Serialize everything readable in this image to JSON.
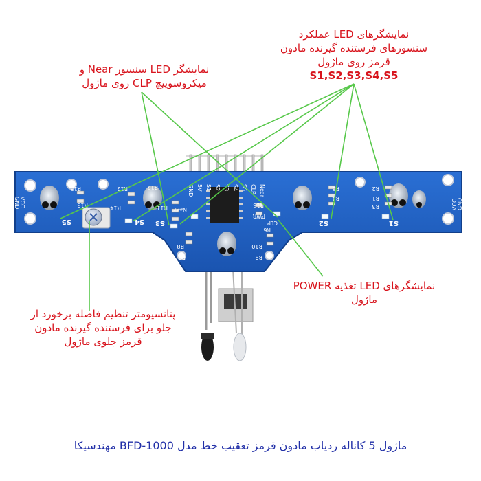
{
  "annotations": {
    "sensor_leds": {
      "lines": [
        "نمایشگرهای LED عملکرد",
        "سنسورهای فرستنده گیرنده مادون",
        "قرمز روی ماژول",
        "S1,S2,S3,S4,S5"
      ]
    },
    "near_led": {
      "lines": [
        "نمایشگر LED سنسور Near  و",
        "میکروسوییچ CLP روی ماژول"
      ]
    },
    "power_led": {
      "lines": [
        "نمایشگرهای LED تغذیه POWER",
        "ماژول"
      ]
    },
    "potentiometer": {
      "lines": [
        "پتانسیومتر تنظیم فاصله برخورد از",
        "جلو برای فرستنده گیرنده مادون",
        "قرمز جلوی ماژول"
      ]
    }
  },
  "caption": "ماژول 5 کاناله ردیاب مادون قرمز تعقیب خط مدل BFD-1000 مهندسیکا",
  "board_silkscreen": {
    "sensor_labels": [
      "S5",
      "S4",
      "S3",
      "S2",
      "S1"
    ],
    "pin_labels": [
      "GND",
      "5V",
      "S1",
      "S2",
      "S3",
      "S4",
      "S5",
      "CLP",
      "Near"
    ],
    "power_label": "PWR",
    "clp_label": "CLP",
    "near_label": "Near",
    "vcc_label": "VCC",
    "gnd_label": "GND",
    "resistor_labels": [
      "R15",
      "R12",
      "R13",
      "R14",
      "R11",
      "R7",
      "R8",
      "R9",
      "R10",
      "R6",
      "R5",
      "R4",
      "R3",
      "R2",
      "R1",
      "R16",
      "R17"
    ]
  },
  "colors": {
    "annotation_text": "#d8141d",
    "caption_text": "#2230a8",
    "pointer_lines": "#57c84a",
    "pcb": "#1f5fc4",
    "pcb_dark": "#154a9e"
  }
}
